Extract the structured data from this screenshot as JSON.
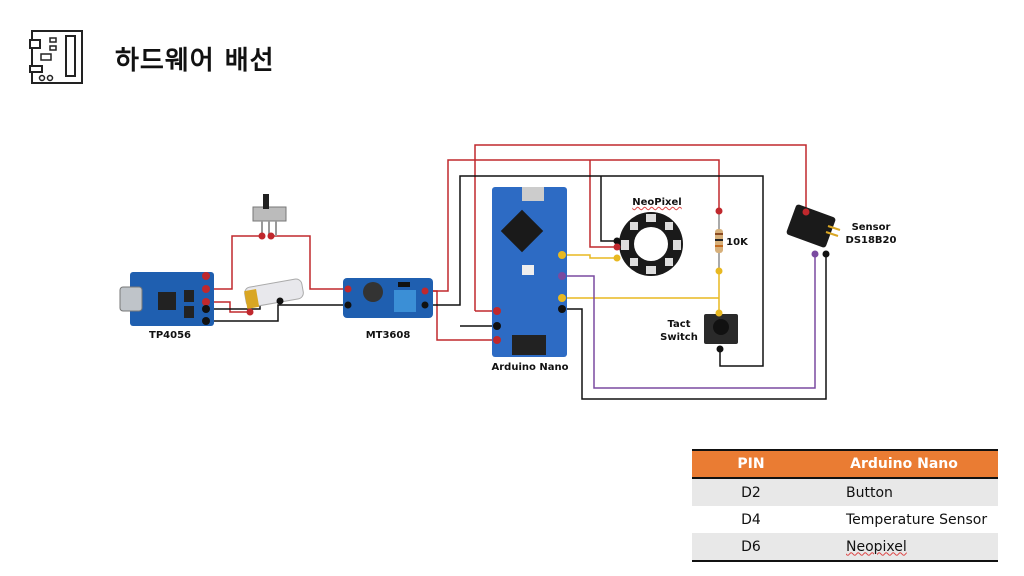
{
  "header": {
    "title": "하드웨어 배선",
    "icon": "circuit-board-icon"
  },
  "components": {
    "tp4056": "TP4056",
    "mt3608": "MT3608",
    "arduino": "Arduino Nano",
    "neopixel": "NeoPixel",
    "resistor": "10K",
    "tact_line1": "Tact",
    "tact_line2": "Switch",
    "sensor_line1": "Sensor",
    "sensor_line2": "DS18B20"
  },
  "wire_colors": {
    "power": "#c0282d",
    "ground": "#111111",
    "signal_button": "#e8b820",
    "signal_neopixel": "#e8b820",
    "signal_temp": "#7a4aa0"
  },
  "pin_table": {
    "headers": [
      "PIN",
      "Arduino Nano"
    ],
    "header_color": "#ea7c33",
    "rows": [
      {
        "pin": "D2",
        "function": "Button"
      },
      {
        "pin": "D4",
        "function": "Temperature Sensor"
      },
      {
        "pin": "D6",
        "function": "Neopixel"
      }
    ]
  }
}
